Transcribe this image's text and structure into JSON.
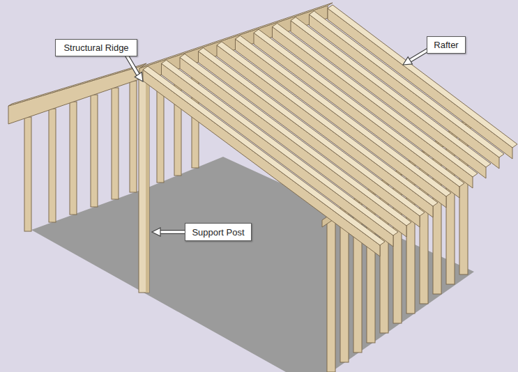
{
  "diagram": {
    "nodes": [
      {
        "text": [
          "Structural Ridge"
        ]
      },
      {
        "text": [
          "Rafter"
        ]
      },
      {
        "text": [
          "Support Post"
        ]
      }
    ]
  }
}
